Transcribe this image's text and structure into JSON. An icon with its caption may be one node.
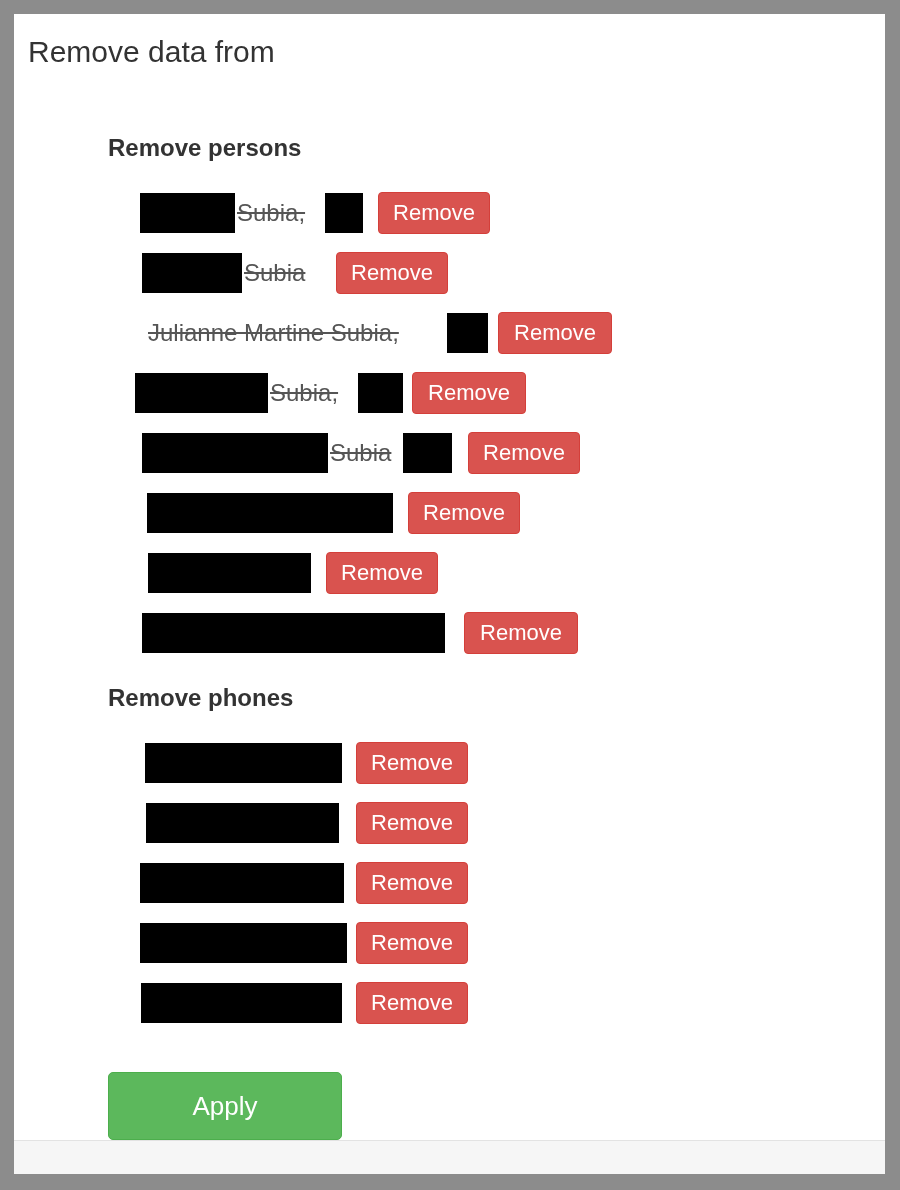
{
  "diagram": {
    "labels": [
      "Remove data from",
      "Remove persons",
      "Subia,",
      "Remove",
      "Subia",
      "Remove",
      "Julianne Martine Subia,",
      "Remove",
      "Subia,",
      "Remove",
      "Subia",
      "Remove",
      "Remove",
      "Remove",
      "Remove",
      "Remove phones",
      "Remove",
      "Remove",
      "Remove",
      "Remove",
      "Remove",
      "Apply"
    ]
  }
}
